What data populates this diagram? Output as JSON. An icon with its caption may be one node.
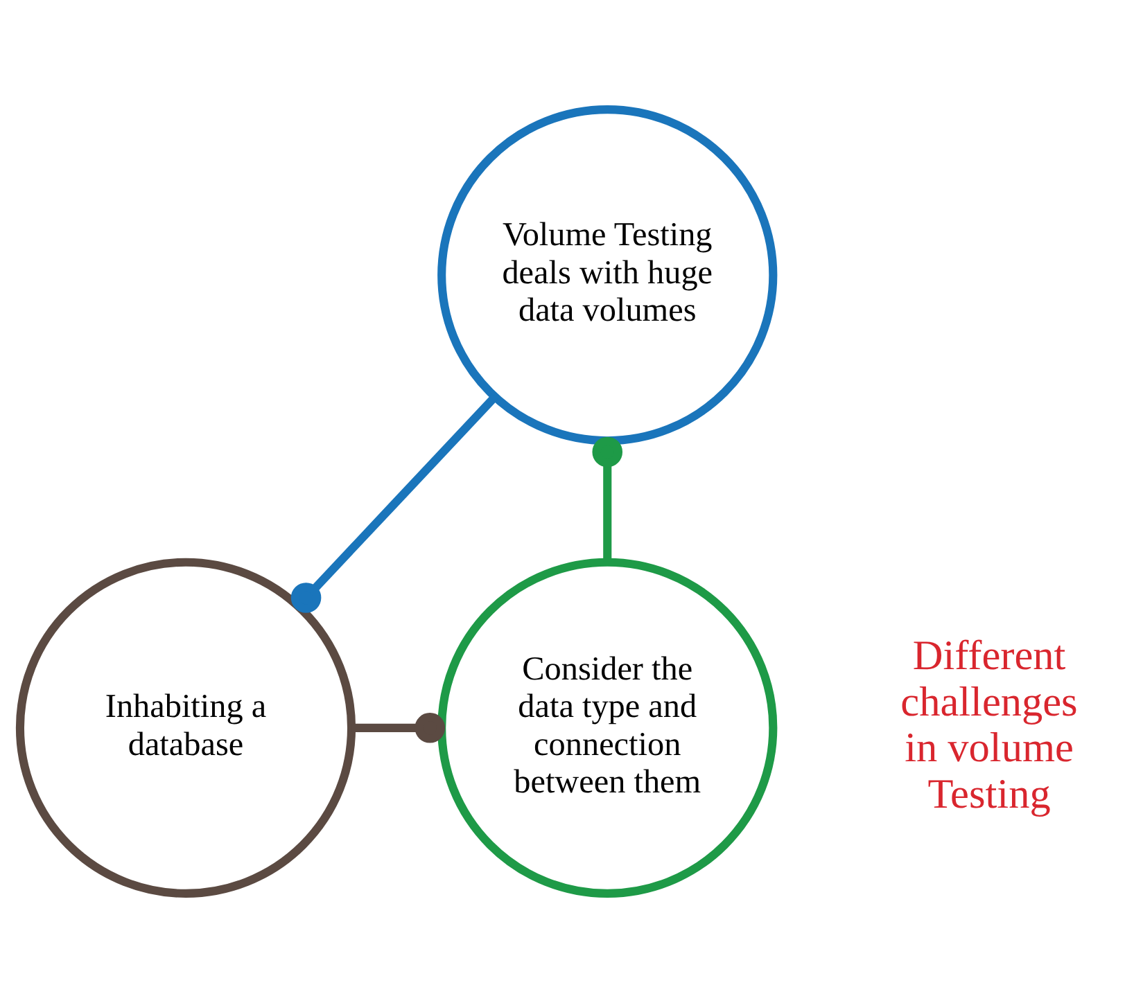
{
  "diagram": {
    "nodes": [
      {
        "text": [
          "Volume Testing deals with huge data volumes"
        ]
      },
      {
        "text": [
          "Inhabiting a database"
        ]
      },
      {
        "text": [
          "Consider the data type and connection between them"
        ]
      }
    ],
    "edges": [
      {
        "from": 0,
        "to": 1,
        "arrow": "other",
        "color": "#1a75bb"
      },
      {
        "from": 2,
        "to": 0,
        "arrow": "other",
        "color": "#1e9a47"
      },
      {
        "from": 1,
        "to": 2,
        "arrow": "other",
        "color": "#5b4a42"
      }
    ],
    "labels": [
      "Different challenges in volume Testing"
    ]
  }
}
